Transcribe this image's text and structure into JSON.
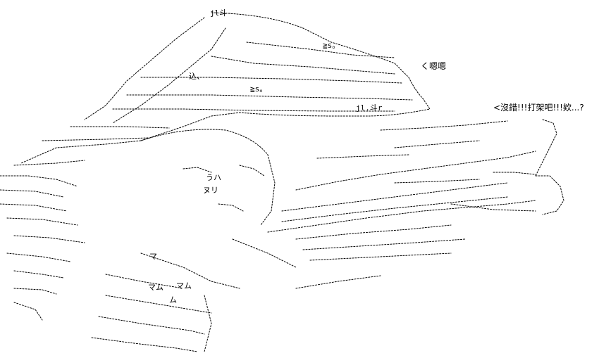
{
  "figure": {
    "description_kind": "ascii-art",
    "ink_color": "#000000",
    "paper_color": "#ffffff"
  },
  "dialogue": {
    "line_1": "く嗯嗯",
    "line_2": "<沒錯!!!打架吧!!!欸...?"
  },
  "art_text": {
    "label_top": "jl斗-",
    "label_ge_1": "≧s。",
    "label_kome": "込、",
    "label_ge_2": "≧s。",
    "label_jl": "jl.斗r",
    "label_u": "うハ",
    "label_nuri": "ヌリ",
    "label_ma_1": "マ",
    "label_ma_2": "マム",
    "label_ma_3": "マム",
    "label_ma_4": "ム"
  }
}
